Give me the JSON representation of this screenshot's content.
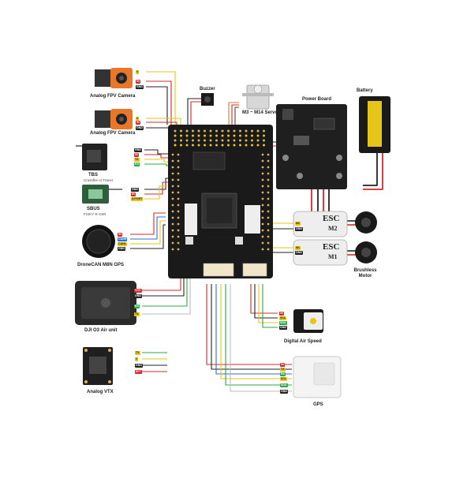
{
  "components": {
    "analog_fpv_camera_1": "Analog FPV Camera",
    "analog_fpv_camera_2": "Analog FPV Camera",
    "buzzer": "Buzzer",
    "servos": "M3 ~ M14 Servos",
    "power_board": "Power Board",
    "battery": "Battery",
    "tbs": "TBS",
    "tbs_sub": "Crossfire or Tracer",
    "sbus": "SBUS",
    "sbus_sub": "FrSKY R-XSR",
    "dronecan_gps": "DroneCAN M8N GPS",
    "dji_o3": "DJI O3 Air unit",
    "analog_vtx": "Analog VTX",
    "digital_airspeed": "Digital Air Speed",
    "gps": "GPS",
    "brushless_motor": "Brushless Motor"
  },
  "esc": {
    "top": {
      "title": "ESC",
      "motor": "M2"
    },
    "bottom": {
      "title": "ESC",
      "motor": "M1"
    }
  },
  "pins": {
    "cam1": [
      "V",
      "5V",
      "GND"
    ],
    "cam2": [
      "V",
      "5V",
      "GND"
    ],
    "tbs": [
      "GND",
      "5V",
      "TX",
      "RX"
    ],
    "sbus": [
      "GND",
      "5V",
      "S.PORT"
    ],
    "gps_can": [
      "5V",
      "CANH",
      "CANL",
      "GND"
    ],
    "o3": [
      "VCC",
      "GND",
      "RX",
      "TX"
    ],
    "vtx": [
      "TX",
      "V",
      "GND",
      "9V+"
    ],
    "airspeed": [
      "5V",
      "SCL",
      "SDA",
      "GND"
    ],
    "gps_uart": [
      "5V",
      "TX",
      "RX",
      "SCL",
      "SDA",
      "GND"
    ],
    "esc": [
      "M2",
      "GND",
      "M1",
      "GND"
    ]
  },
  "colors": {
    "red": "#d62828",
    "black": "#222222",
    "yellow": "#e6c619",
    "green": "#2aa84a",
    "blue": "#2b6fd6",
    "white": "#bbbbbb",
    "orange": "#e8772a",
    "board": "#1a1a1a"
  }
}
